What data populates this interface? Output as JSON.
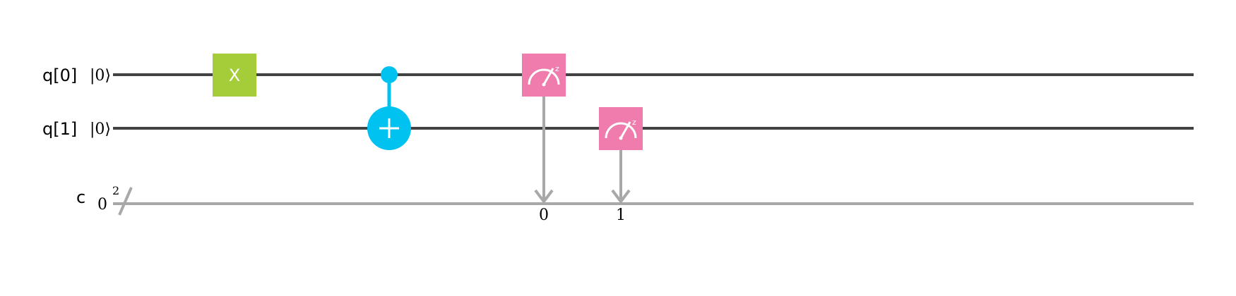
{
  "circuit": {
    "qubits": [
      {
        "label": "q[0]",
        "init": "|0⟩"
      },
      {
        "label": "q[1]",
        "init": "|0⟩"
      }
    ],
    "classical": {
      "label": "c",
      "init": "0",
      "width": "2",
      "bit_labels": [
        "0",
        "1"
      ]
    },
    "gates": [
      {
        "type": "X",
        "label": "X",
        "qubit": 0
      },
      {
        "type": "CNOT",
        "control": 0,
        "target": 1
      },
      {
        "type": "measure",
        "qubit": 0,
        "clbit": 0,
        "basis": "z"
      },
      {
        "type": "measure",
        "qubit": 1,
        "clbit": 1,
        "basis": "z"
      }
    ]
  },
  "colors": {
    "quantum_wire": "#424242",
    "classical_wire": "#a8a8a8",
    "x_gate": "#a5cd3a",
    "cnot": "#00c2f0",
    "measure": "#f07cae",
    "measure_arrow": "#a8a8a8"
  }
}
